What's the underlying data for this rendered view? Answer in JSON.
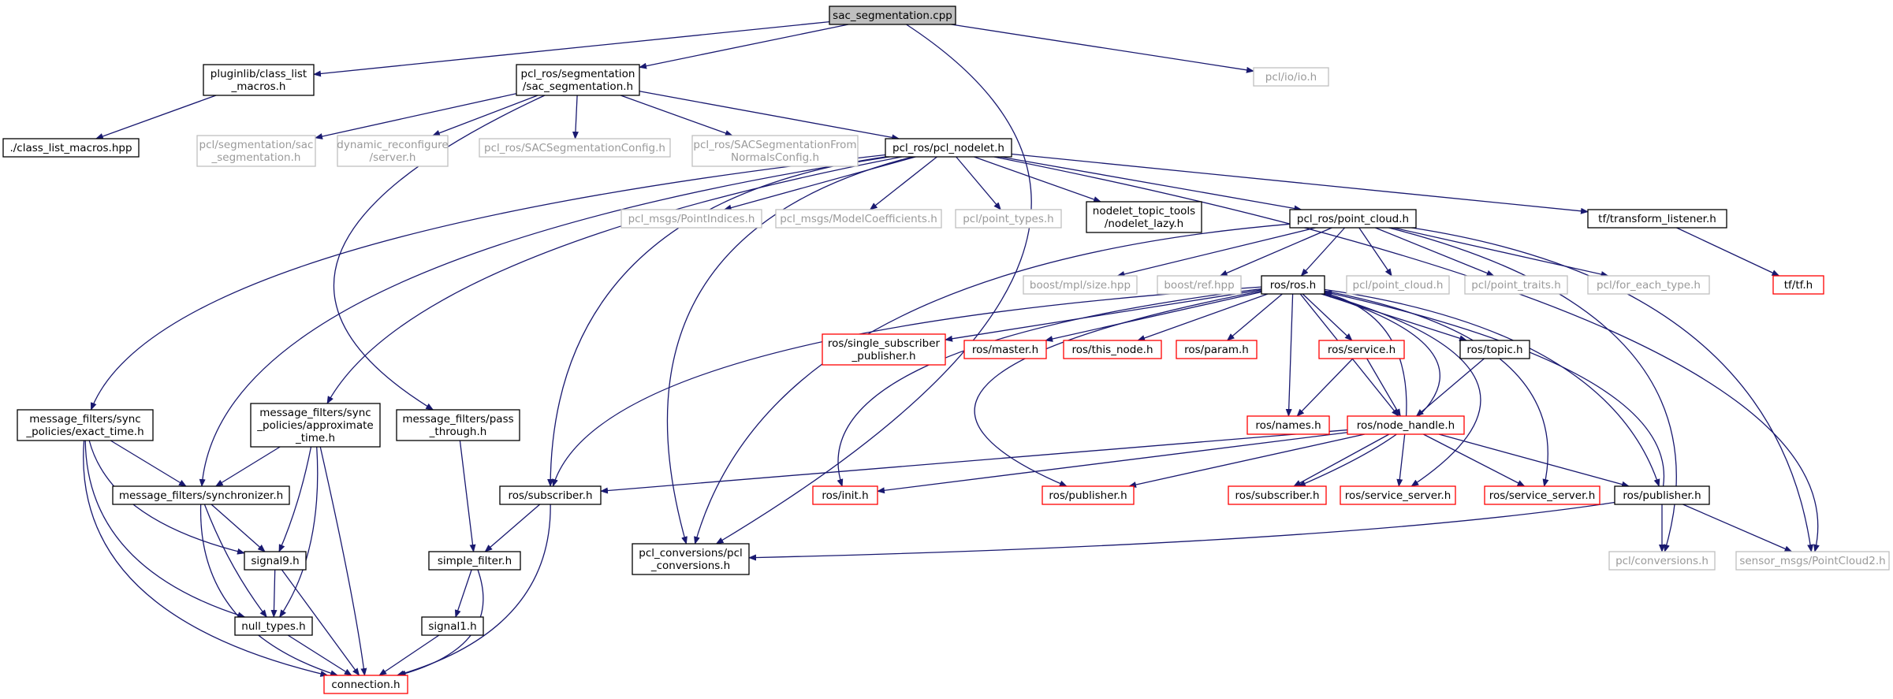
{
  "colors": {
    "edge": "#191970",
    "root_fill": "#bfbfbf",
    "root_border": "#000000",
    "normal_border": "#000000",
    "external_border": "#bfbfbf",
    "external_text": "#9a9a9a",
    "missing_border": "#ff0000",
    "text": "#000000"
  },
  "nodes": [
    {
      "id": "sac_cpp",
      "lines": [
        "sac_segmentation.cpp"
      ],
      "kind": "root"
    },
    {
      "id": "pluginlib",
      "lines": [
        "pluginlib/class_list",
        "_macros.h"
      ],
      "kind": "normal"
    },
    {
      "id": "pclros_sac",
      "lines": [
        "pcl_ros/segmentation",
        "/sac_segmentation.h"
      ],
      "kind": "normal"
    },
    {
      "id": "pcl_io",
      "lines": [
        "pcl/io/io.h"
      ],
      "kind": "external"
    },
    {
      "id": "classlist_hpp",
      "lines": [
        "./class_list_macros.hpp"
      ],
      "kind": "normal"
    },
    {
      "id": "pcl_seg_sac",
      "lines": [
        "pcl/segmentation/sac",
        "_segmentation.h"
      ],
      "kind": "external"
    },
    {
      "id": "dyn_reconf",
      "lines": [
        "dynamic_reconfigure",
        "/server.h"
      ],
      "kind": "external"
    },
    {
      "id": "sac_config",
      "lines": [
        "pcl_ros/SACSegmentationConfig.h"
      ],
      "kind": "external"
    },
    {
      "id": "sac_normals",
      "lines": [
        "pcl_ros/SACSegmentationFrom",
        "NormalsConfig.h"
      ],
      "kind": "external"
    },
    {
      "id": "pcl_nodelet",
      "lines": [
        "pcl_ros/pcl_nodelet.h"
      ],
      "kind": "normal"
    },
    {
      "id": "point_indices",
      "lines": [
        "pcl_msgs/PointIndices.h"
      ],
      "kind": "external"
    },
    {
      "id": "model_coeff",
      "lines": [
        "pcl_msgs/ModelCoefficients.h"
      ],
      "kind": "external"
    },
    {
      "id": "point_types",
      "lines": [
        "pcl/point_types.h"
      ],
      "kind": "external"
    },
    {
      "id": "nodelet_lazy",
      "lines": [
        "nodelet_topic_tools",
        "/nodelet_lazy.h"
      ],
      "kind": "normal"
    },
    {
      "id": "point_cloud_ros",
      "lines": [
        "pcl_ros/point_cloud.h"
      ],
      "kind": "normal"
    },
    {
      "id": "tf_listener",
      "lines": [
        "tf/transform_listener.h"
      ],
      "kind": "normal"
    },
    {
      "id": "tf_h",
      "lines": [
        "tf/tf.h"
      ],
      "kind": "missing"
    },
    {
      "id": "boost_mpl",
      "lines": [
        "boost/mpl/size.hpp"
      ],
      "kind": "external"
    },
    {
      "id": "boost_ref",
      "lines": [
        "boost/ref.hpp"
      ],
      "kind": "external"
    },
    {
      "id": "ros_h",
      "lines": [
        "ros/ros.h"
      ],
      "kind": "normal"
    },
    {
      "id": "pcl_point_cloud",
      "lines": [
        "pcl/point_cloud.h"
      ],
      "kind": "external"
    },
    {
      "id": "pcl_point_traits",
      "lines": [
        "pcl/point_traits.h"
      ],
      "kind": "external"
    },
    {
      "id": "pcl_for_each",
      "lines": [
        "pcl/for_each_type.h"
      ],
      "kind": "external"
    },
    {
      "id": "single_sub",
      "lines": [
        "ros/single_subscriber",
        "_publisher.h"
      ],
      "kind": "missing"
    },
    {
      "id": "ros_master",
      "lines": [
        "ros/master.h"
      ],
      "kind": "missing"
    },
    {
      "id": "ros_this_node",
      "lines": [
        "ros/this_node.h"
      ],
      "kind": "missing"
    },
    {
      "id": "ros_param",
      "lines": [
        "ros/param.h"
      ],
      "kind": "missing"
    },
    {
      "id": "ros_service",
      "lines": [
        "ros/service.h"
      ],
      "kind": "missing"
    },
    {
      "id": "ros_topic",
      "lines": [
        "ros/topic.h"
      ],
      "kind": "normal"
    },
    {
      "id": "ros_names",
      "lines": [
        "ros/names.h"
      ],
      "kind": "missing"
    },
    {
      "id": "ros_node_handle",
      "lines": [
        "ros/node_handle.h"
      ],
      "kind": "missing"
    },
    {
      "id": "mf_exact",
      "lines": [
        "message_filters/sync",
        "_policies/exact_time.h"
      ],
      "kind": "normal"
    },
    {
      "id": "mf_approx",
      "lines": [
        "message_filters/sync",
        "_policies/approximate",
        "_time.h"
      ],
      "kind": "normal"
    },
    {
      "id": "mf_pass",
      "lines": [
        "message_filters/pass",
        "_through.h"
      ],
      "kind": "normal"
    },
    {
      "id": "mf_sync",
      "lines": [
        "message_filters/synchronizer.h"
      ],
      "kind": "normal"
    },
    {
      "id": "ros_subscriber",
      "lines": [
        "ros/subscriber.h"
      ],
      "kind": "normal"
    },
    {
      "id": "ros_init",
      "lines": [
        "ros/init.h"
      ],
      "kind": "missing"
    },
    {
      "id": "ros_publisher_red",
      "lines": [
        "ros/publisher.h"
      ],
      "kind": "missing"
    },
    {
      "id": "ros_subscriber_red",
      "lines": [
        "ros/subscriber.h"
      ],
      "kind": "missing"
    },
    {
      "id": "ros_service_server_a",
      "lines": [
        "ros/service_server.h"
      ],
      "kind": "missing"
    },
    {
      "id": "ros_service_server_b",
      "lines": [
        "ros/service_server.h"
      ],
      "kind": "missing"
    },
    {
      "id": "ros_publisher",
      "lines": [
        "ros/publisher.h"
      ],
      "kind": "normal"
    },
    {
      "id": "signal9",
      "lines": [
        "signal9.h"
      ],
      "kind": "normal"
    },
    {
      "id": "simple_filter",
      "lines": [
        "simple_filter.h"
      ],
      "kind": "normal"
    },
    {
      "id": "pcl_conv_pcl",
      "lines": [
        "pcl_conversions/pcl",
        "_conversions.h"
      ],
      "kind": "normal"
    },
    {
      "id": "pcl_conversions",
      "lines": [
        "pcl/conversions.h"
      ],
      "kind": "external"
    },
    {
      "id": "sensor_pc2",
      "lines": [
        "sensor_msgs/PointCloud2.h"
      ],
      "kind": "external"
    },
    {
      "id": "null_types",
      "lines": [
        "null_types.h"
      ],
      "kind": "normal"
    },
    {
      "id": "signal1",
      "lines": [
        "signal1.h"
      ],
      "kind": "normal"
    },
    {
      "id": "connection",
      "lines": [
        "connection.h"
      ],
      "kind": "missing"
    }
  ]
}
